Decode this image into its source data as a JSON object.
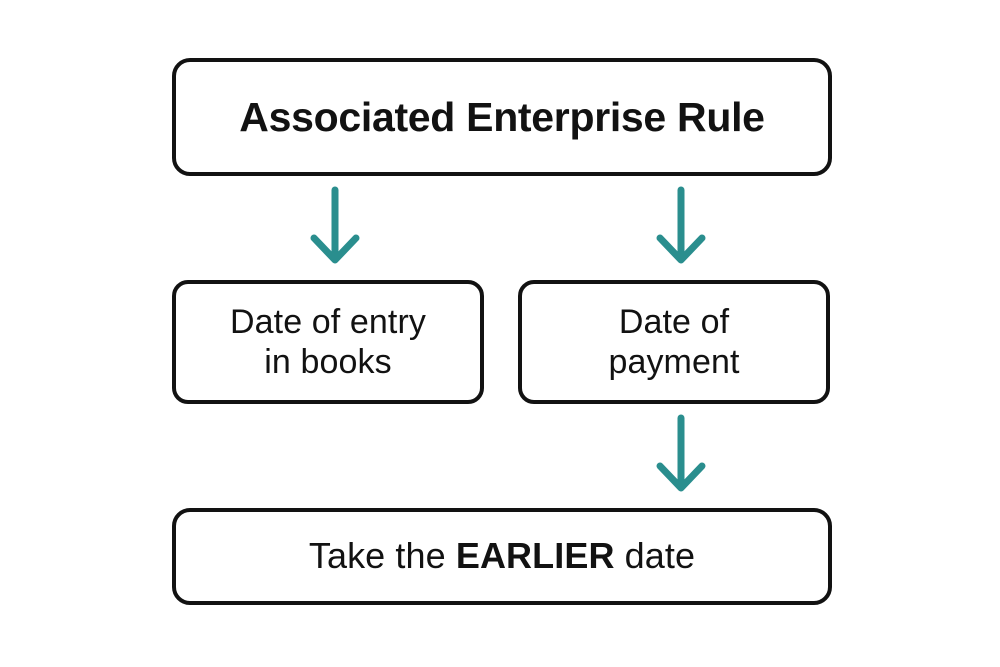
{
  "diagram": {
    "background_color": "#ffffff",
    "stroke_color": "#121212",
    "arrow_color": "#2A8E8E",
    "nodes": {
      "root": {
        "label": "Associated Enterprise Rule",
        "role": "title-box"
      },
      "branch_left": {
        "label": "Date of entry\nin books",
        "role": "condition-box"
      },
      "branch_right": {
        "label": "Date of\npayment",
        "role": "condition-box"
      },
      "result": {
        "prefix": "Take the ",
        "emphasis": "EARLIER",
        "suffix": " date",
        "role": "outcome-box"
      }
    },
    "arrows": [
      {
        "name": "root-to-date-of-entry",
        "direction": "down"
      },
      {
        "name": "root-to-date-of-payment",
        "direction": "down"
      },
      {
        "name": "date-of-payment-to-result",
        "direction": "down"
      }
    ]
  }
}
